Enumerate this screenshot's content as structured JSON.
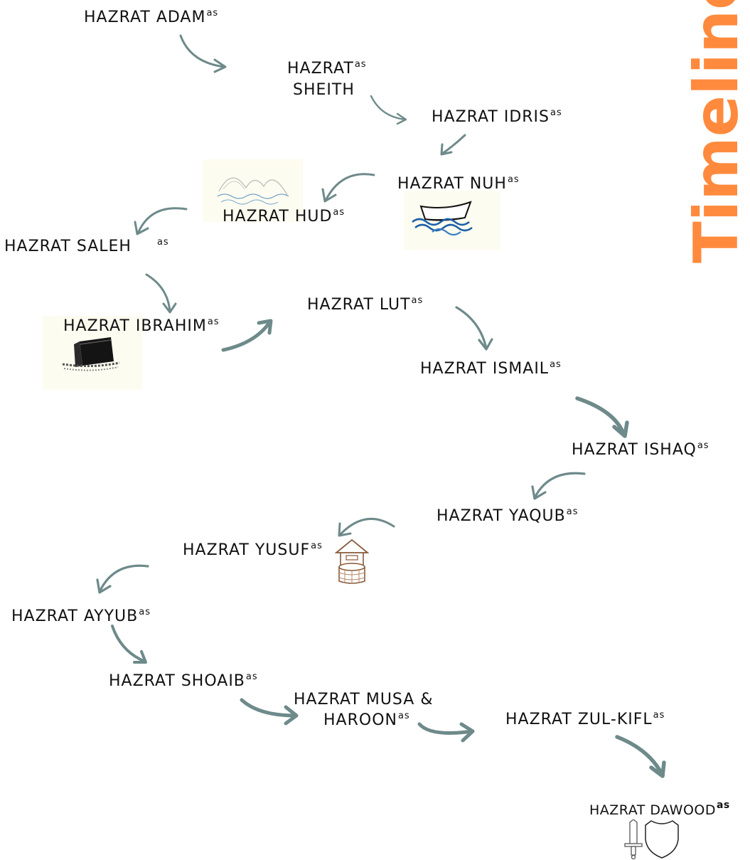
{
  "title": "Timeline",
  "superscript": "as",
  "prophets": [
    {
      "name": "HAZRAT ADAM"
    },
    {
      "name": "HAZRAT"
    },
    {
      "name": "SHEITH"
    },
    {
      "name": "HAZRAT IDRIS"
    },
    {
      "name": "HAZRAT NUH"
    },
    {
      "name": "HAZRAT HUD"
    },
    {
      "name": "HAZRAT SALEH"
    },
    {
      "name": "HAZRAT IBRAHIM"
    },
    {
      "name": "HAZRAT LUT"
    },
    {
      "name": "HAZRAT ISMAIL"
    },
    {
      "name": "HAZRAT ISHAQ"
    },
    {
      "name": "HAZRAT YAQUB"
    },
    {
      "name": "HAZRAT YUSUF"
    },
    {
      "name": "HAZRAT AYYUB"
    },
    {
      "name": "HAZRAT SHOAIB"
    },
    {
      "name": "HAZRAT MUSA &"
    },
    {
      "name": "HAROON"
    },
    {
      "name": "HAZRAT ZUL-KIFL"
    },
    {
      "name": "HAZRAT DAWOOD"
    }
  ],
  "colors": {
    "arrow": "#6e8a8a",
    "title": "#ff8a3d",
    "picture_bg": "#fdfcf0"
  },
  "icons": [
    "mountains-icon",
    "boat-icon",
    "kaaba-icon",
    "well-icon",
    "sword-icon",
    "shield-icon"
  ]
}
